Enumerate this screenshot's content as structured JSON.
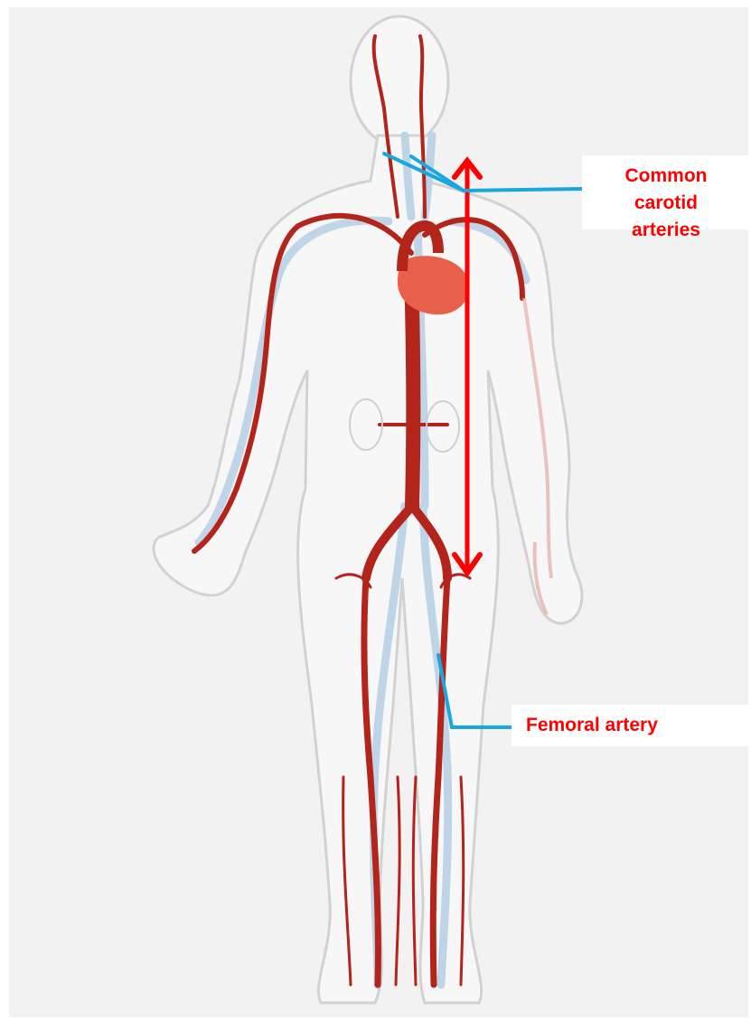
{
  "labels": {
    "carotid": [
      "Common",
      "carotid",
      "arteries"
    ],
    "femoral": "Femoral artery"
  },
  "colors": {
    "artery": "#b3241b",
    "vein": "#b9d2e6",
    "outline": "#cfcfcf",
    "heart": "#e8604a",
    "label_text": "#ff0000",
    "pointer_line": "#1aa7e0",
    "arrow": "#ff0000"
  }
}
